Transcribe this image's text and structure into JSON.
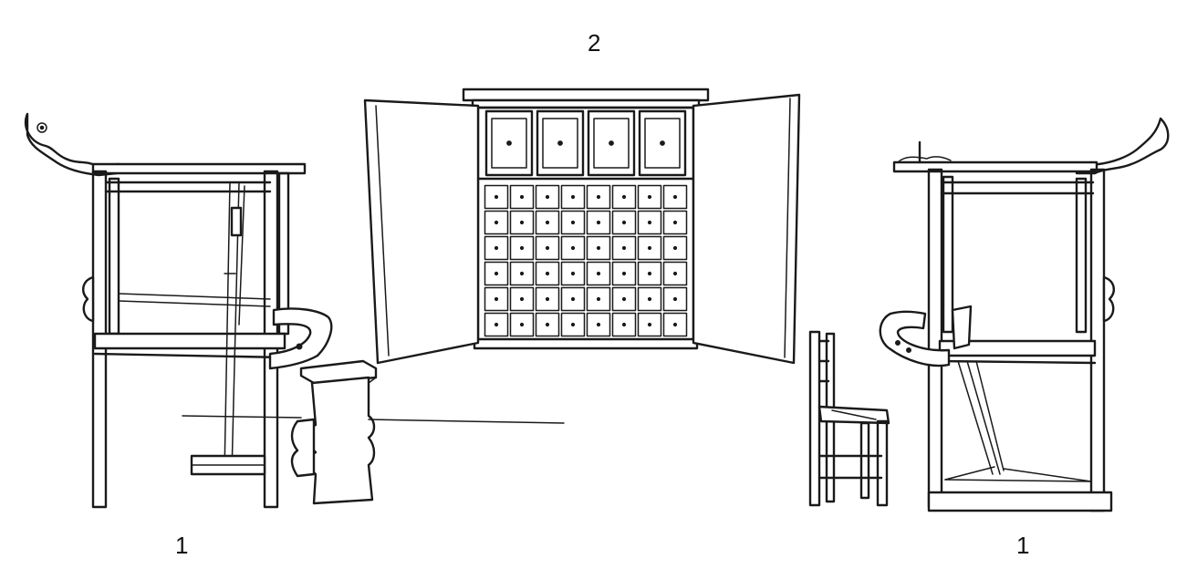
{
  "figure": {
    "labels": {
      "top": "2",
      "left": "1",
      "right": "1"
    },
    "cabinet": {
      "upper_doors": 4,
      "drawer_rows": 6,
      "drawer_cols": 8
    }
  }
}
